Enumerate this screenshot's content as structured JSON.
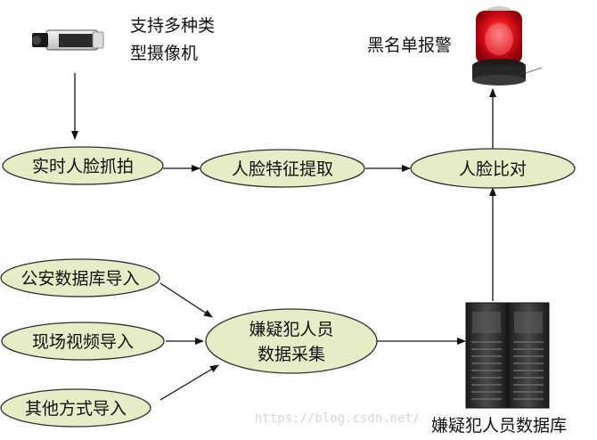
{
  "diagram": {
    "camera_caption": [
      "支持多种类",
      "型摄像机"
    ],
    "alarm_caption": "黑名单报警",
    "nodes": {
      "realtime_capture": "实时人脸抓拍",
      "feature_extraction": "人脸特征提取",
      "face_comparison": "人脸比对",
      "police_db_import": "公安数据库导入",
      "scene_video_import": "现场视频导入",
      "other_import": "其他方式导入",
      "suspect_collection": [
        "嫌疑犯人员",
        "数据采集"
      ]
    },
    "server_caption": "嫌疑犯人员数据库",
    "watermark": "https://blog.csdn.net/",
    "colors": {
      "node_fill": "#e6ecc6",
      "node_stroke": "#2f2f2f",
      "arrow": "#111111",
      "alarm_red": "#e0101a",
      "server_dark": "#2a2a2a"
    }
  }
}
